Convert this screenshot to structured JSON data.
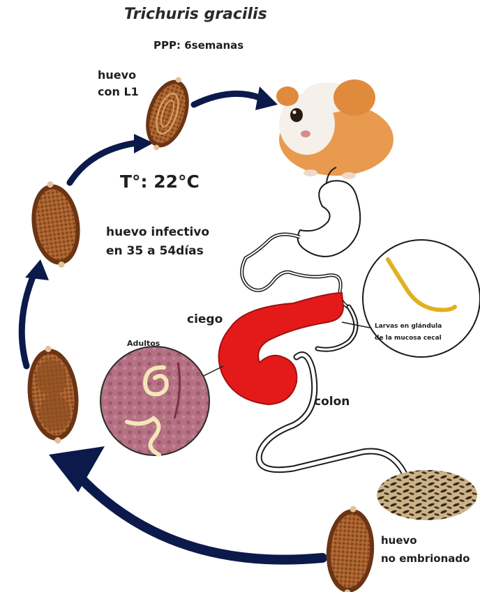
{
  "title": "Trichuris gracilis",
  "ppp": "PPP: 6semanas",
  "egg_l1": [
    "huevo",
    "con L1"
  ],
  "temperature": "T°: 22°C",
  "infective": [
    "huevo infectivo",
    "en 35 a 54días"
  ],
  "ciego": "ciego",
  "colon": "colon",
  "adultos": "Adultos",
  "larvas": [
    "Larvas en glándula",
    "de la mucosa cecal"
  ],
  "no_embrionado": [
    "huevo",
    "no embrionado"
  ],
  "colors": {
    "arrow": "#0b1a4a",
    "cecum": "#e41a1a",
    "egg_shell": "#8a4a22",
    "egg_fill": "#a8612e",
    "adult_circle": "#b46a7a",
    "larva": "#e0b020",
    "guinea_pig": "#e89a4e"
  }
}
